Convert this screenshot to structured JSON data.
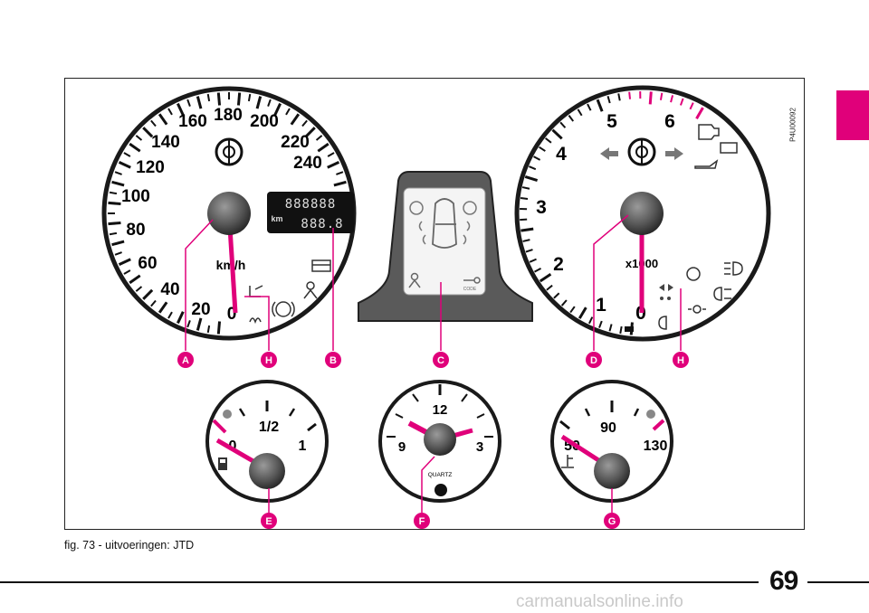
{
  "caption": "fig. 73 - uitvoeringen: JTD",
  "page_number": "69",
  "watermark": "carmanualsonline.info",
  "figure_code": "P4U00092",
  "accent_color": "#e0007a",
  "speedometer": {
    "labels": [
      "20",
      "40",
      "60",
      "80",
      "100",
      "120",
      "140",
      "160",
      "180",
      "200",
      "220",
      "240"
    ],
    "zero": "0",
    "unit": "km/h",
    "odometer_top": "888888",
    "odometer_bottom": "888.8",
    "odometer_unit": "km"
  },
  "tachometer": {
    "labels": [
      "1",
      "2",
      "3",
      "4",
      "5",
      "6"
    ],
    "zero": "0",
    "unit": "x1000"
  },
  "fuel_gauge": {
    "labels": [
      "0",
      "1/2",
      "1"
    ]
  },
  "clock": {
    "labels": [
      "12",
      "9",
      "3"
    ],
    "brand": "QUARTZ"
  },
  "temp_gauge": {
    "labels": [
      "50",
      "90",
      "130"
    ]
  },
  "display": {
    "code_label": "CODE"
  },
  "callouts": [
    "A",
    "H",
    "B",
    "C",
    "D",
    "H",
    "E",
    "F",
    "G"
  ]
}
